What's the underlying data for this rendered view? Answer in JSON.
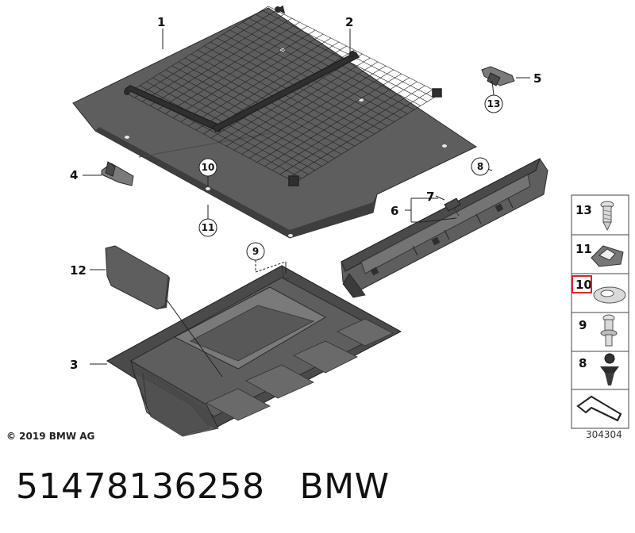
{
  "callouts": {
    "c1": "1",
    "c2": "2",
    "c3": "3",
    "c4": "4",
    "c5": "5",
    "c6": "6",
    "c7": "7",
    "c8": "8",
    "c9": "9",
    "c10": "10",
    "c11": "11",
    "c12": "12",
    "c13": "13"
  },
  "legend": {
    "items": [
      "13",
      "11",
      "10",
      "9",
      "8"
    ],
    "highlighted": "10",
    "highlight_color": "#d9252a"
  },
  "copyright": "© 2019 BMW AG",
  "drawing_number": "304304",
  "footer": {
    "part_number": "51478136258",
    "brand": "BMW"
  }
}
